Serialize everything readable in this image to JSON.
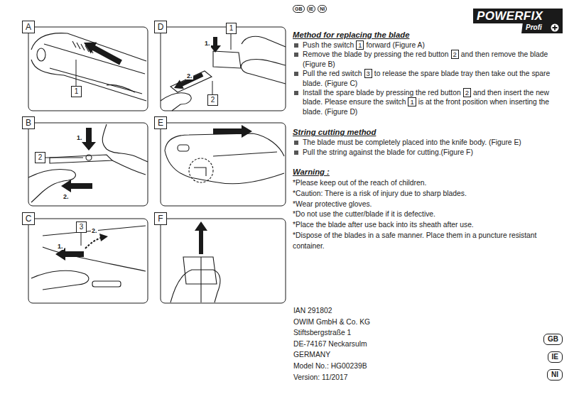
{
  "diagram": {
    "nodes": [
      {
        "text": [
          "GB"
        ]
      },
      {
        "text": [
          "IE"
        ]
      },
      {
        "text": [
          "NI"
        ]
      },
      {
        "text": [
          "POWERFIX",
          "Profi"
        ]
      },
      {
        "text": [
          "A"
        ]
      },
      {
        "text": [
          "1"
        ]
      },
      {
        "text": [
          "D"
        ]
      },
      {
        "text": [
          "1"
        ]
      },
      {
        "text": [
          "2"
        ]
      },
      {
        "text": [
          "B"
        ]
      },
      {
        "text": [
          "2"
        ]
      },
      {
        "text": [
          "E"
        ]
      },
      {
        "text": [
          "C"
        ]
      },
      {
        "text": [
          "3"
        ]
      },
      {
        "text": [
          "F"
        ]
      },
      {
        "text": [
          "GB"
        ]
      },
      {
        "text": [
          "IE"
        ]
      },
      {
        "text": [
          "NI"
        ]
      }
    ],
    "labels": [
      "Method for replacing the blade",
      "Push the switch",
      "1",
      "forward (Figure A)",
      "Remove the blade by pressing the red button",
      "2",
      "and then remove the blade (Figure B)",
      "Pull the red switch",
      "3",
      "to release the spare blade tray then take out the spare blade. (Figure C)",
      "Install the spare blade by pressing the red button",
      "2",
      "and then insert the new blade. Please ensure the switch",
      "1",
      "is at the front position when inserting the blade. (Figure D)",
      "String cutting method",
      "The blade must be completely placed into the knife body. (Figure E)",
      "Pull the string against the blade for cutting.(Figure F)",
      "Warning :",
      "*Please keep out of the reach of children.",
      "*Caution: There is a risk of injury due to sharp blades.",
      "*Wear protective gloves.",
      "*Do not use the cutter/blade if it is defective.",
      "*Place the blade after use back into its sheath after use.",
      "*Dispose of the blades in a safe manner. Place them in a puncture resistant container.",
      "IAN 291802",
      "OWIM GmbH & Co. KG",
      "Stiftsbergstraße 1",
      "DE-74167 Neckarsulm",
      "GERMANY",
      "Model No.: HG00239B",
      "Version: 11/2017",
      "1.",
      "2.",
      "1.",
      "2.",
      "1.",
      "2."
    ]
  }
}
